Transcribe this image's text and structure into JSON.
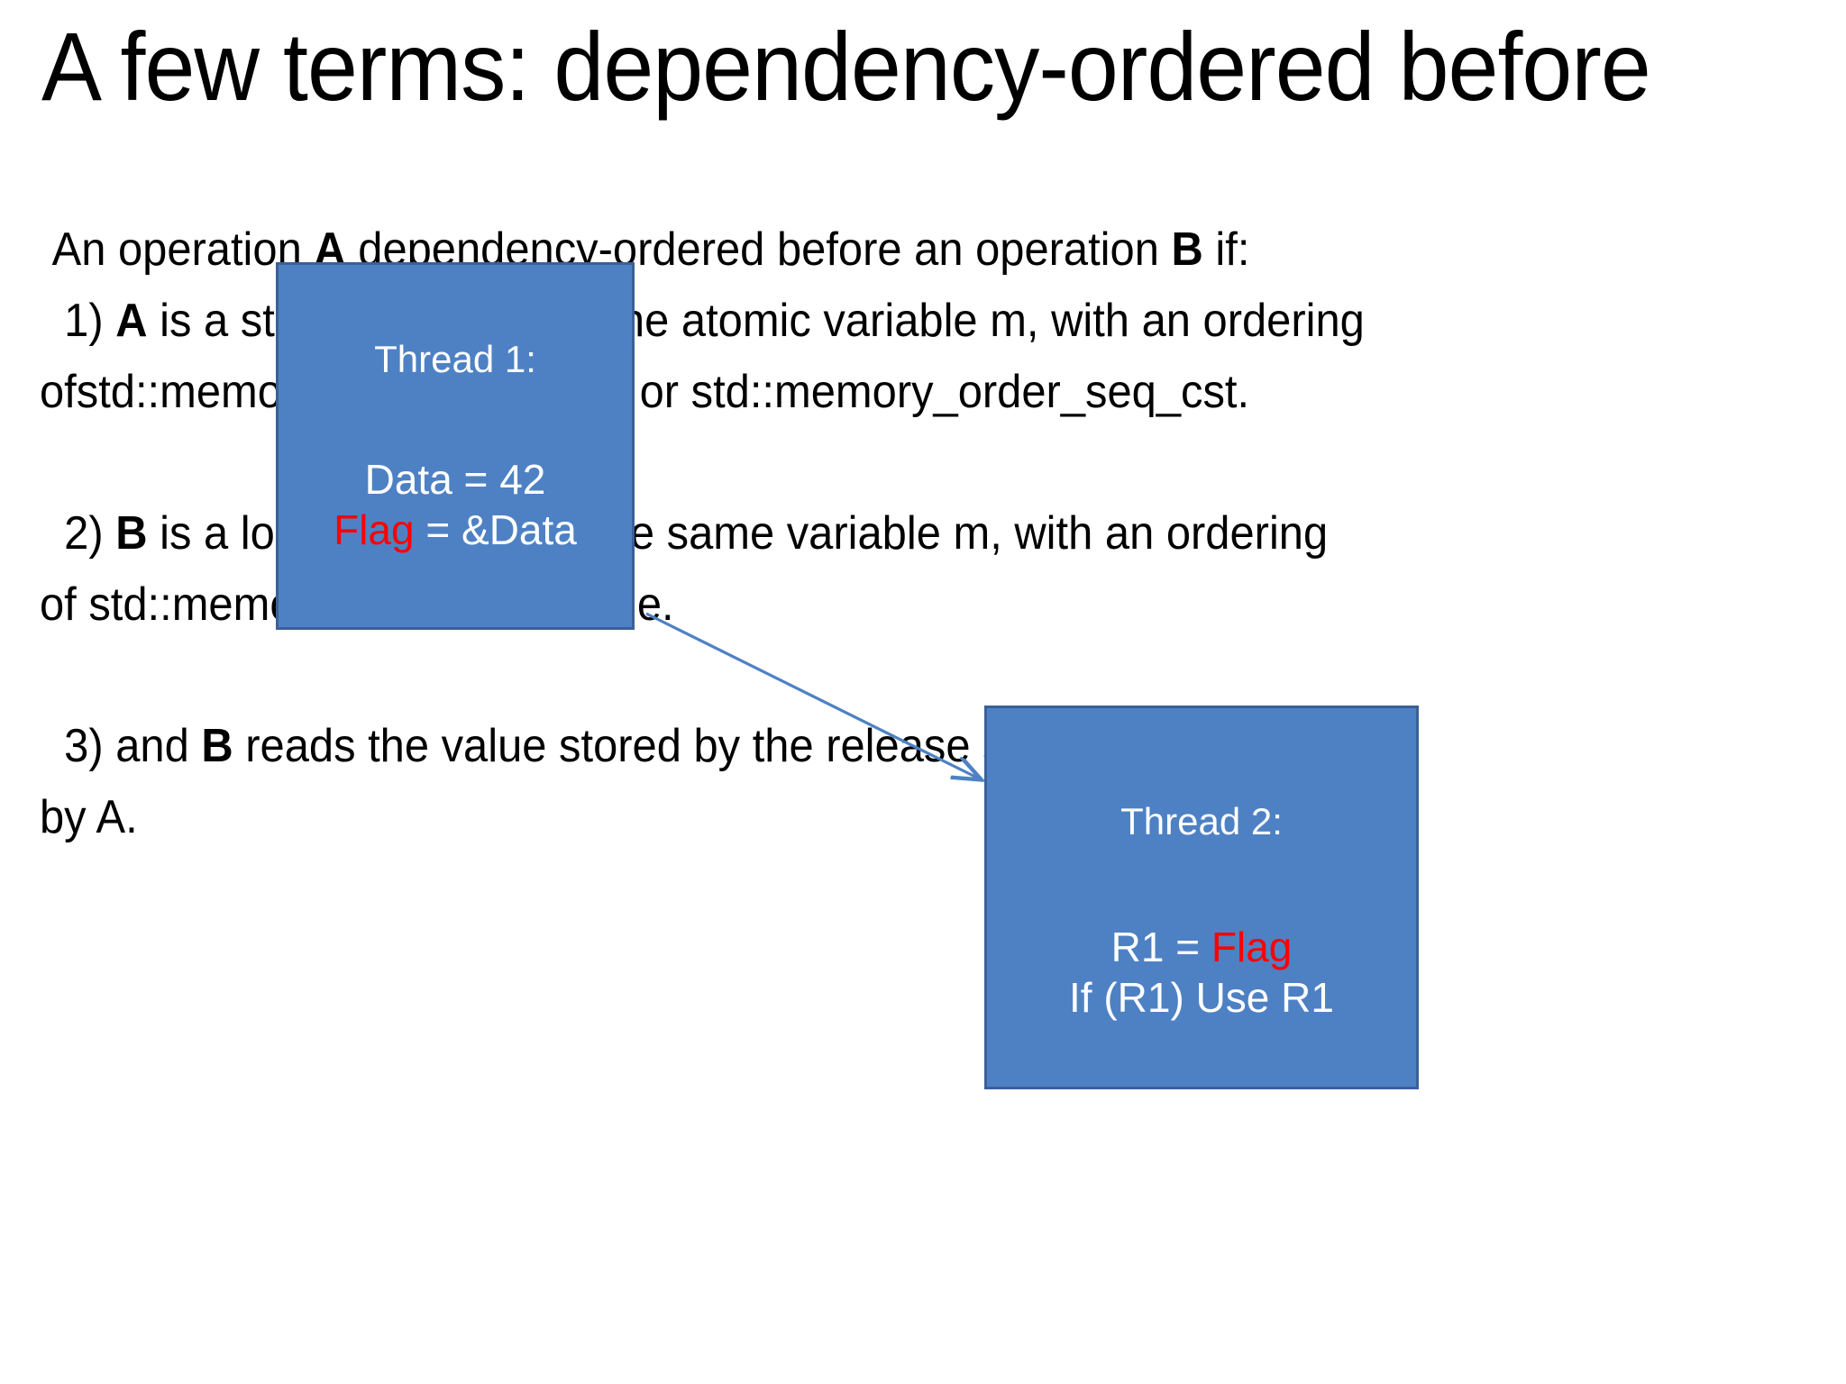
{
  "slide": {
    "title": "A few terms: dependency-ordered before",
    "background_color": "#FFFFFF",
    "text_color": "#000000"
  },
  "body": {
    "intro": {
      "pre": " An operation ",
      "a": "A",
      "mid": " dependency-ordered before an operation ",
      "b": "B",
      "post": " if:"
    },
    "point1": {
      "num": "  1) ",
      "a": "A",
      "rest": " is a store operation on the atomic variable m, with an ordering\nofstd::memory_order_release, or std::memory_order_seq_cst."
    },
    "point2": {
      "num": "  2) ",
      "b": "B",
      "rest": " is a load operation on the same variable m, with an ordering\nof std::memory_order_consume."
    },
    "point3": {
      "num": "  3) and ",
      "b": "B",
      "rest": " reads the value stored by the release sequence headed\nby A."
    }
  },
  "thread1": {
    "title": "Thread 1:",
    "line1": "Data = 42",
    "line2_flag": "Flag",
    "line2_rest": " = &Data",
    "fill_color": "#4E81C4",
    "border_color": "#3A6098",
    "text_color": "#FFFFFF",
    "flag_color": "#FF0000"
  },
  "thread2": {
    "title": "Thread 2:",
    "line1_pre": "R1 = ",
    "line1_flag": "Flag",
    "line2": "If (R1) Use R1",
    "fill_color": "#4E81C4",
    "border_color": "#3A6098",
    "text_color": "#FFFFFF",
    "flag_color": "#FF0000"
  },
  "arrow": {
    "color": "#4E81C4",
    "from": "Thread 1 box",
    "to": "Thread 2 box"
  }
}
